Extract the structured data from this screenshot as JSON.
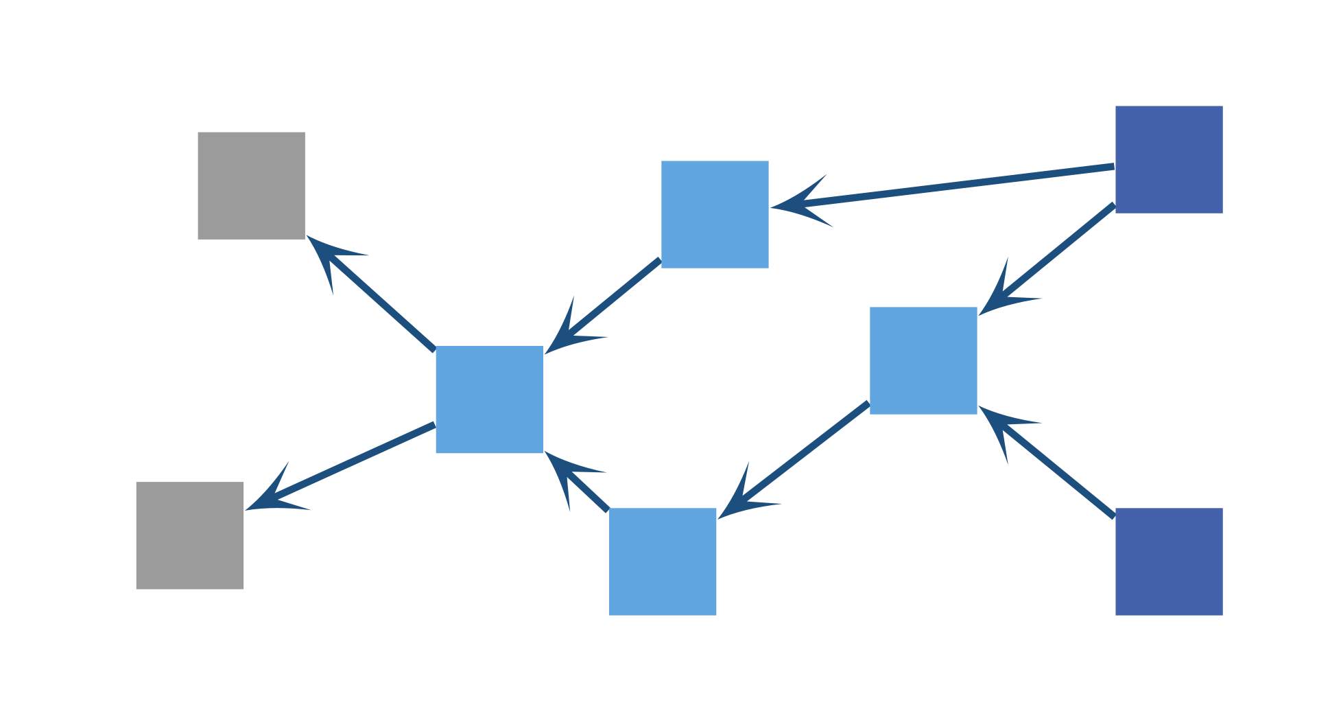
{
  "colors": {
    "background": "#ffffff",
    "source_node": "#4462ac",
    "intermediate_node": "#62a6e1",
    "sink_node": "#9b9b9b",
    "edge": "#1c4f7e"
  },
  "diagram": {
    "type": "directed-graph",
    "nodes": [
      {
        "id": "sink-top-left",
        "role": "sink"
      },
      {
        "id": "sink-bottom-left",
        "role": "sink"
      },
      {
        "id": "hub-center",
        "role": "intermediate"
      },
      {
        "id": "intermediate-top",
        "role": "intermediate"
      },
      {
        "id": "intermediate-right",
        "role": "intermediate"
      },
      {
        "id": "intermediate-bottom",
        "role": "intermediate"
      },
      {
        "id": "source-top-right",
        "role": "source"
      },
      {
        "id": "source-bottom-right",
        "role": "source"
      }
    ],
    "edges": [
      {
        "from": "source-top-right",
        "to": "intermediate-top"
      },
      {
        "from": "source-top-right",
        "to": "intermediate-right"
      },
      {
        "from": "intermediate-top",
        "to": "hub-center"
      },
      {
        "from": "intermediate-right",
        "to": "intermediate-bottom"
      },
      {
        "from": "source-bottom-right",
        "to": "intermediate-right"
      },
      {
        "from": "intermediate-bottom",
        "to": "hub-center"
      },
      {
        "from": "hub-center",
        "to": "sink-top-left"
      },
      {
        "from": "hub-center",
        "to": "sink-bottom-left"
      }
    ]
  }
}
